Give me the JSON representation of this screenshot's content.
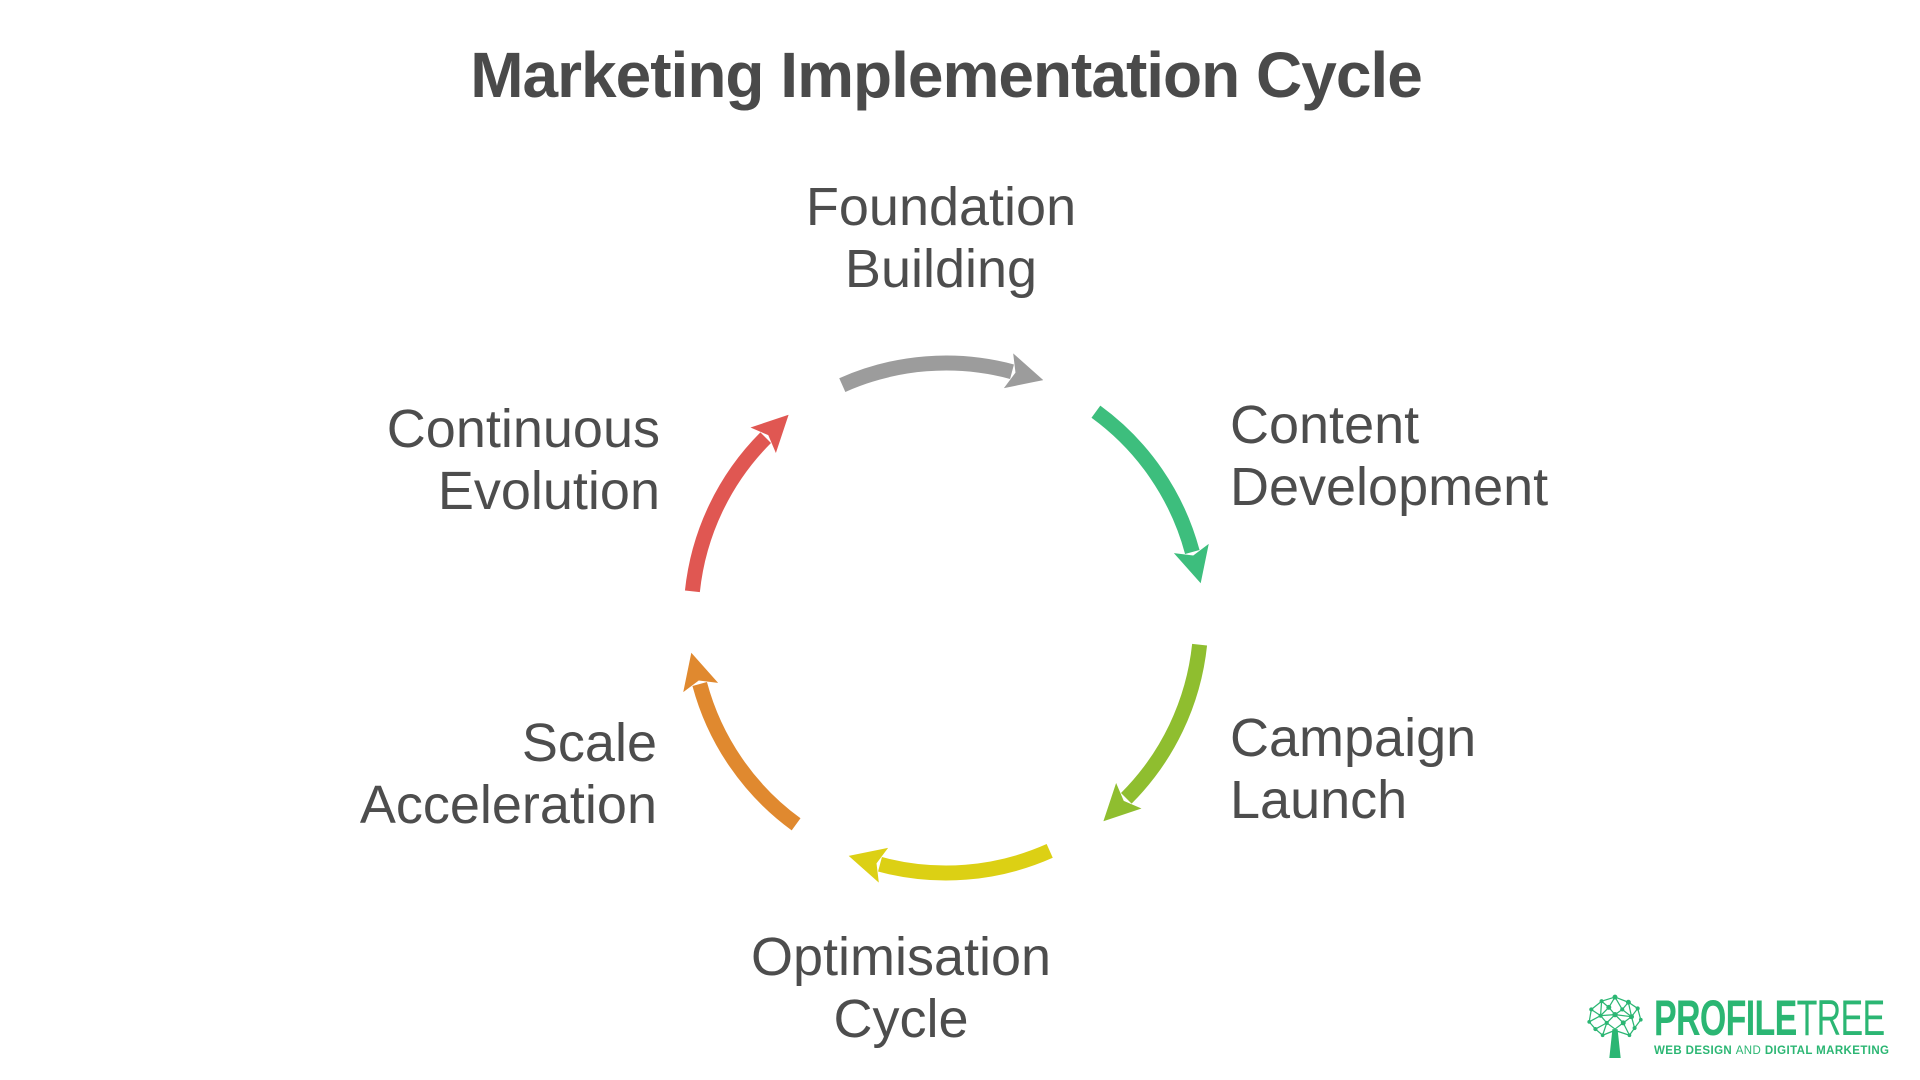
{
  "title": "Marketing Implementation Cycle",
  "cycle": {
    "stages": [
      {
        "name": "foundation-building",
        "line1": "Foundation",
        "line2": "Building",
        "color": "#9c9c9c"
      },
      {
        "name": "content-development",
        "line1": "Content",
        "line2": "Development",
        "color": "#3dbe7d"
      },
      {
        "name": "campaign-launch",
        "line1": "Campaign",
        "line2": "Launch",
        "color": "#8fbe2f"
      },
      {
        "name": "optimisation-cycle",
        "line1": "Optimisation",
        "line2": "Cycle",
        "color": "#dcd014"
      },
      {
        "name": "scale-acceleration",
        "line1": "Scale",
        "line2": "Acceleration",
        "color": "#e0892f"
      },
      {
        "name": "continuous-evolution",
        "line1": "Continuous",
        "line2": "Evolution",
        "color": "#e05752"
      }
    ]
  },
  "logo": {
    "brand_bold": "PROFILE",
    "brand_light": "TREE",
    "tagline_bold_1": "WEB DESIGN",
    "tagline_light": "AND",
    "tagline_bold_2": "DIGITAL MARKETING",
    "color": "#2bb673"
  },
  "colors": {
    "background": "#ffffff",
    "title_text": "#4a4a4a",
    "label_text": "#4d4d4d"
  }
}
